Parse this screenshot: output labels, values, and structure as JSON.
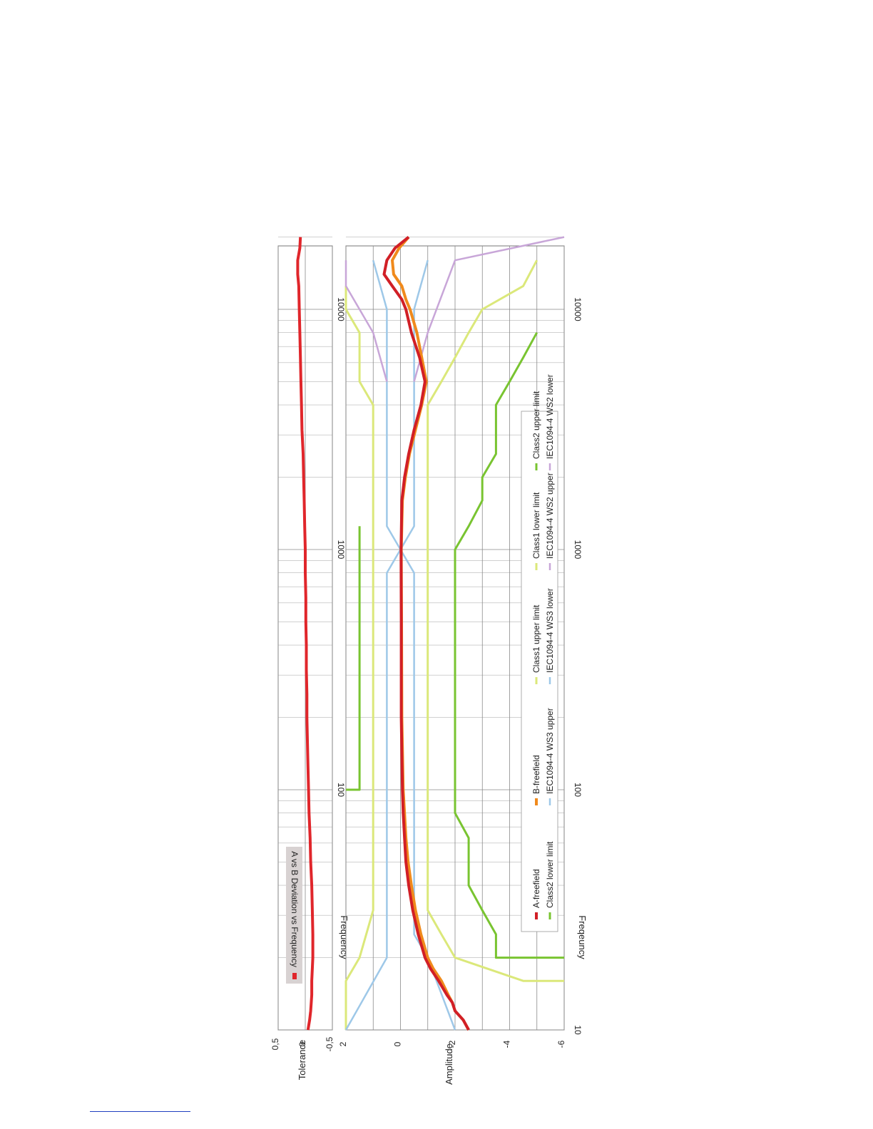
{
  "colors": {
    "a_freefield": "#d11f26",
    "b_freefield": "#f08a1c",
    "class1": "#dbe87a",
    "class2": "#79c431",
    "ws3": "#9ec8e8",
    "ws2": "#c8a6d8",
    "deviation": "#e0262b",
    "legend_bg": "#d8d2d2"
  },
  "chart_data": [
    {
      "type": "line",
      "title": "",
      "xlabel": "Frequency",
      "ylabel": "Tolerance",
      "x_scale": "log",
      "xlim": [
        10,
        20000
      ],
      "ylim": [
        -0.5,
        0.5
      ],
      "yticks": [
        "0,5",
        "0",
        "-0,5"
      ],
      "xticks": [
        "10",
        "100",
        "1000",
        "10000"
      ],
      "legend": {
        "position": "top-left",
        "entries": [
          "A vs B Deviation vs Frequency"
        ]
      },
      "series": [
        {
          "name": "A vs B Deviation vs Frequency",
          "x": [
            10,
            11,
            12,
            13,
            14,
            16,
            18,
            20,
            25,
            31.5,
            40,
            50,
            63,
            80,
            100,
            125,
            160,
            200,
            250,
            315,
            400,
            500,
            630,
            800,
            1000,
            1250,
            1600,
            2000,
            2500,
            3150,
            4000,
            5000,
            6300,
            8000,
            10000,
            12500,
            14000,
            16000,
            18000,
            20000
          ],
          "y": [
            -0.05,
            -0.08,
            -0.1,
            -0.11,
            -0.12,
            -0.12,
            -0.13,
            -0.14,
            -0.14,
            -0.13,
            -0.12,
            -0.1,
            -0.09,
            -0.07,
            -0.06,
            -0.05,
            -0.04,
            -0.03,
            -0.03,
            -0.02,
            -0.02,
            -0.01,
            -0.01,
            0.0,
            0.0,
            0.01,
            0.02,
            0.03,
            0.04,
            0.06,
            0.07,
            0.08,
            0.09,
            0.1,
            0.11,
            0.12,
            0.14,
            0.14,
            0.1,
            0.09
          ]
        }
      ]
    },
    {
      "type": "line",
      "title": "",
      "xlabel": "Freqeuncy",
      "ylabel": "Amplitude",
      "x_scale": "log",
      "xlim": [
        10,
        20000
      ],
      "ylim": [
        -6,
        2
      ],
      "yticks": [
        "2",
        "0",
        "-2",
        "-4",
        "-6"
      ],
      "xticks": [
        "10",
        "100",
        "1000",
        "10000"
      ],
      "legend": {
        "position": "lower-center",
        "entries": [
          "A-freefield",
          "B-freefield",
          "Class1 upper limit",
          "Class1 lower limit",
          "Class2 upper limit",
          "Class2 lower limit",
          "IEC1094-4 WS3 upper",
          "IEC1094-4 WS3 lower",
          "IEC1094-4 WS2 upper",
          "IEC1094-4 WS2 lower"
        ]
      },
      "series": [
        {
          "name": "A-freefield",
          "x": [
            10,
            11,
            12,
            13,
            14,
            16,
            18,
            20,
            25,
            31.5,
            40,
            50,
            63,
            80,
            100,
            200,
            500,
            1000,
            1600,
            2000,
            2500,
            3150,
            4000,
            5000,
            6300,
            8000,
            10000,
            11000,
            12500,
            14000,
            16000,
            18000,
            20000
          ],
          "y": [
            -2.5,
            -2.3,
            -2.0,
            -1.9,
            -1.7,
            -1.4,
            -1.1,
            -0.9,
            -0.65,
            -0.45,
            -0.3,
            -0.2,
            -0.15,
            -0.1,
            -0.07,
            -0.03,
            -0.03,
            -0.02,
            -0.05,
            -0.15,
            -0.3,
            -0.5,
            -0.75,
            -0.9,
            -0.7,
            -0.4,
            -0.2,
            -0.05,
            0.3,
            0.6,
            0.5,
            0.2,
            -0.3
          ]
        },
        {
          "name": "B-freefield",
          "x": [
            10,
            11,
            12,
            13,
            14,
            16,
            18,
            20,
            25,
            31.5,
            40,
            50,
            63,
            80,
            100,
            200,
            500,
            1000,
            1600,
            2000,
            2500,
            3150,
            4000,
            5000,
            6300,
            8000,
            10000,
            11000,
            12500,
            14000,
            16000,
            18000,
            20000
          ],
          "y": [
            -2.5,
            -2.3,
            -2.0,
            -1.9,
            -1.75,
            -1.5,
            -1.2,
            -1.0,
            -0.75,
            -0.55,
            -0.4,
            -0.28,
            -0.2,
            -0.15,
            -0.1,
            -0.05,
            -0.04,
            -0.03,
            -0.07,
            -0.18,
            -0.33,
            -0.55,
            -0.78,
            -0.95,
            -0.78,
            -0.6,
            -0.35,
            -0.2,
            -0.05,
            0.25,
            0.3,
            0.05,
            -0.3
          ]
        },
        {
          "name": "Class1 upper limit",
          "x": [
            10,
            16,
            16,
            20,
            31.5,
            4000,
            5000,
            8000,
            10000,
            12500,
            12500
          ],
          "y": [
            2,
            2,
            2,
            1.5,
            1.0,
            1.0,
            1.5,
            1.5,
            2.0,
            2.0,
            2.0
          ]
        },
        {
          "name": "Class1 lower limit",
          "x": [
            16,
            16,
            20,
            25,
            31.5,
            4000,
            5000,
            6300,
            8000,
            10000,
            12500,
            16000
          ],
          "y": [
            -6,
            -4.5,
            -2.0,
            -1.5,
            -1.0,
            -1.0,
            -1.5,
            -2.0,
            -2.5,
            -3.0,
            -4.5,
            -5.0
          ]
        },
        {
          "name": "Class2 upper limit",
          "x": [
            100,
            100,
            200,
            1000,
            1250
          ],
          "y": [
            2.0,
            1.5,
            1.5,
            1.5,
            1.5
          ]
        },
        {
          "name": "Class2 lower limit",
          "x": [
            20,
            20,
            25,
            31.5,
            40,
            63,
            80,
            100,
            250,
            1000,
            1250,
            1600,
            2000,
            2500,
            4000,
            5000,
            6300,
            8000,
            8000
          ],
          "y": [
            -6,
            -3.5,
            -3.5,
            -3.0,
            -2.5,
            -2.5,
            -2.0,
            -2.0,
            -2.0,
            -2.0,
            -2.5,
            -3.0,
            -3.0,
            -3.5,
            -3.5,
            -4.0,
            -4.5,
            -5.0,
            -5.0
          ]
        },
        {
          "name": "IEC1094-4 WS3 upper",
          "x": [
            10,
            20,
            25,
            800,
            1250,
            5000,
            10000,
            16000
          ],
          "y": [
            -2.0,
            -1.0,
            -0.5,
            -0.5,
            0.5,
            0.5,
            0.5,
            1.0
          ]
        },
        {
          "name": "IEC1094-4 WS3 lower",
          "x": [
            10,
            20,
            25,
            800,
            1250,
            5000,
            10000,
            16000
          ],
          "y": [
            2.0,
            0.5,
            0.5,
            0.5,
            -0.5,
            -0.5,
            -0.5,
            -1.0
          ]
        },
        {
          "name": "IEC1094-4 WS2 upper",
          "x": [
            5000,
            8000,
            10000,
            12500,
            16000
          ],
          "y": [
            0.5,
            1.0,
            1.5,
            2.0,
            2.0
          ]
        },
        {
          "name": "IEC1094-4 WS2 lower",
          "x": [
            5000,
            8000,
            16000,
            16000,
            20000
          ],
          "y": [
            -0.5,
            -1.0,
            -2.0,
            -2.0,
            -6.0
          ]
        }
      ]
    }
  ]
}
